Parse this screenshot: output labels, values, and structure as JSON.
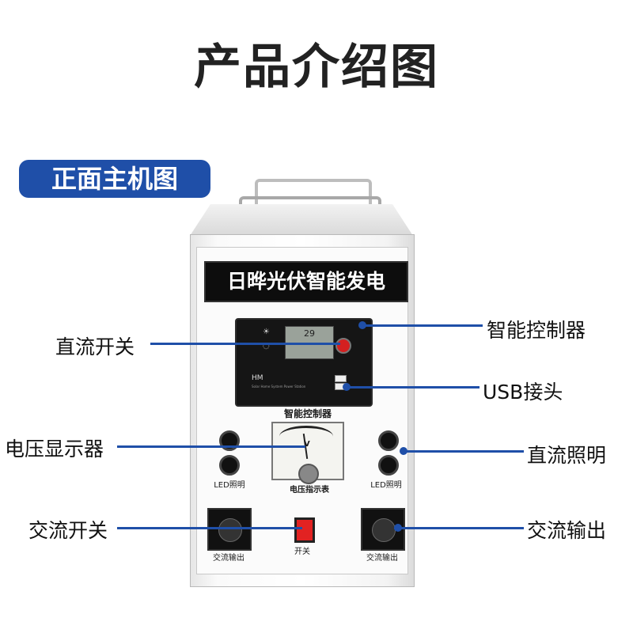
{
  "page_title": "产品介绍图",
  "section_badge": "正面主机图",
  "device": {
    "brand_banner": "日晔光伏智能发电",
    "controller": {
      "lcd_value": "29",
      "model": "HM",
      "subtitle": "Solar Home System Power Station",
      "icon_1": "solar-panel-icon",
      "icon_2": "bulb-icon"
    },
    "controller_label": "智能控制器",
    "voltmeter_unit": "V",
    "voltmeter_label": "电压指示表",
    "led_label_left": "LED照明",
    "led_label_right": "LED照明",
    "socket_label_left": "交流输出",
    "socket_label_right": "交流输出",
    "ac_switch_label": "开关",
    "colors": {
      "banner": "#0d0d0d",
      "switch": "#e22222"
    }
  },
  "callouts": {
    "dc_switch": "直流开关",
    "voltage_display": "电压显示器",
    "ac_switch": "交流开关",
    "smart_controller": "智能控制器",
    "usb": "USB接头",
    "dc_lighting": "直流照明",
    "ac_output": "交流输出"
  },
  "colors": {
    "accent": "#1f4fa8",
    "title": "#222222"
  }
}
